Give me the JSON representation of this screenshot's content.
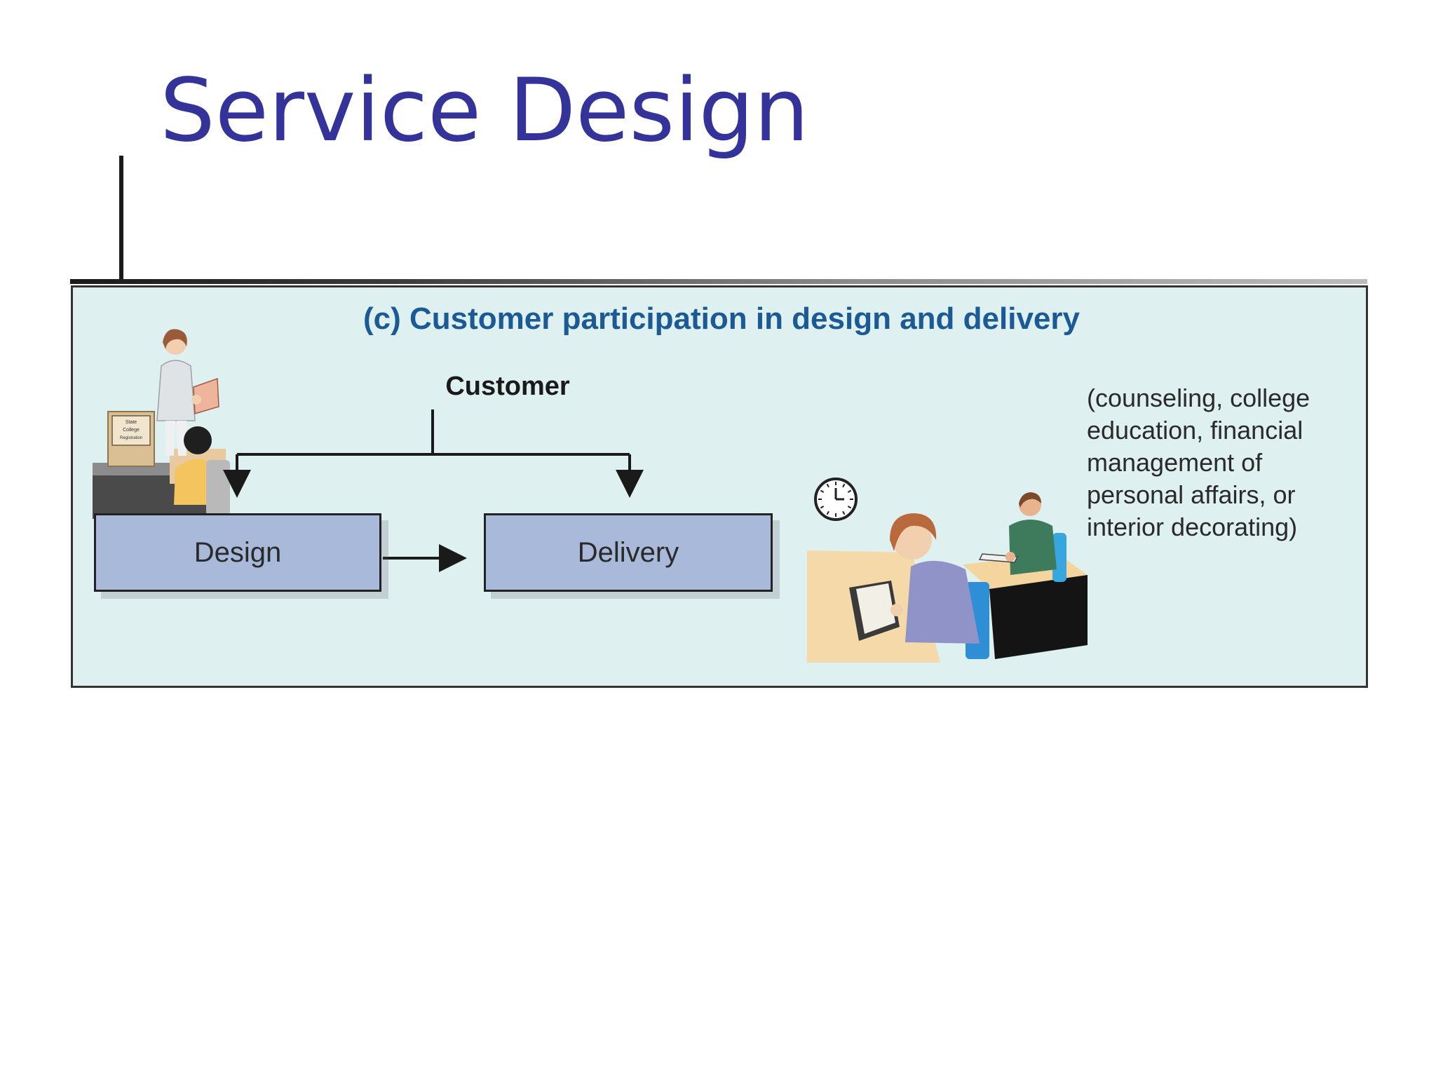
{
  "slide": {
    "title": "Service Design"
  },
  "figure": {
    "title": "(c) Customer participation in design and delivery",
    "customer_label": "Customer",
    "boxes": {
      "design": "Design",
      "delivery": "Delivery"
    },
    "examples_text": "(counseling, college education, financial management of personal affairs, or interior decorating)",
    "sign_lines": [
      "State",
      "College",
      "Registration"
    ]
  },
  "colors": {
    "title": "#33339a",
    "figure_title": "#1b5a94",
    "panel_background": "#dff0f0",
    "box_fill": "#a9b9da"
  },
  "icons": [
    "registration-desk-illustration",
    "clock-icon",
    "students-studying-illustration"
  ]
}
